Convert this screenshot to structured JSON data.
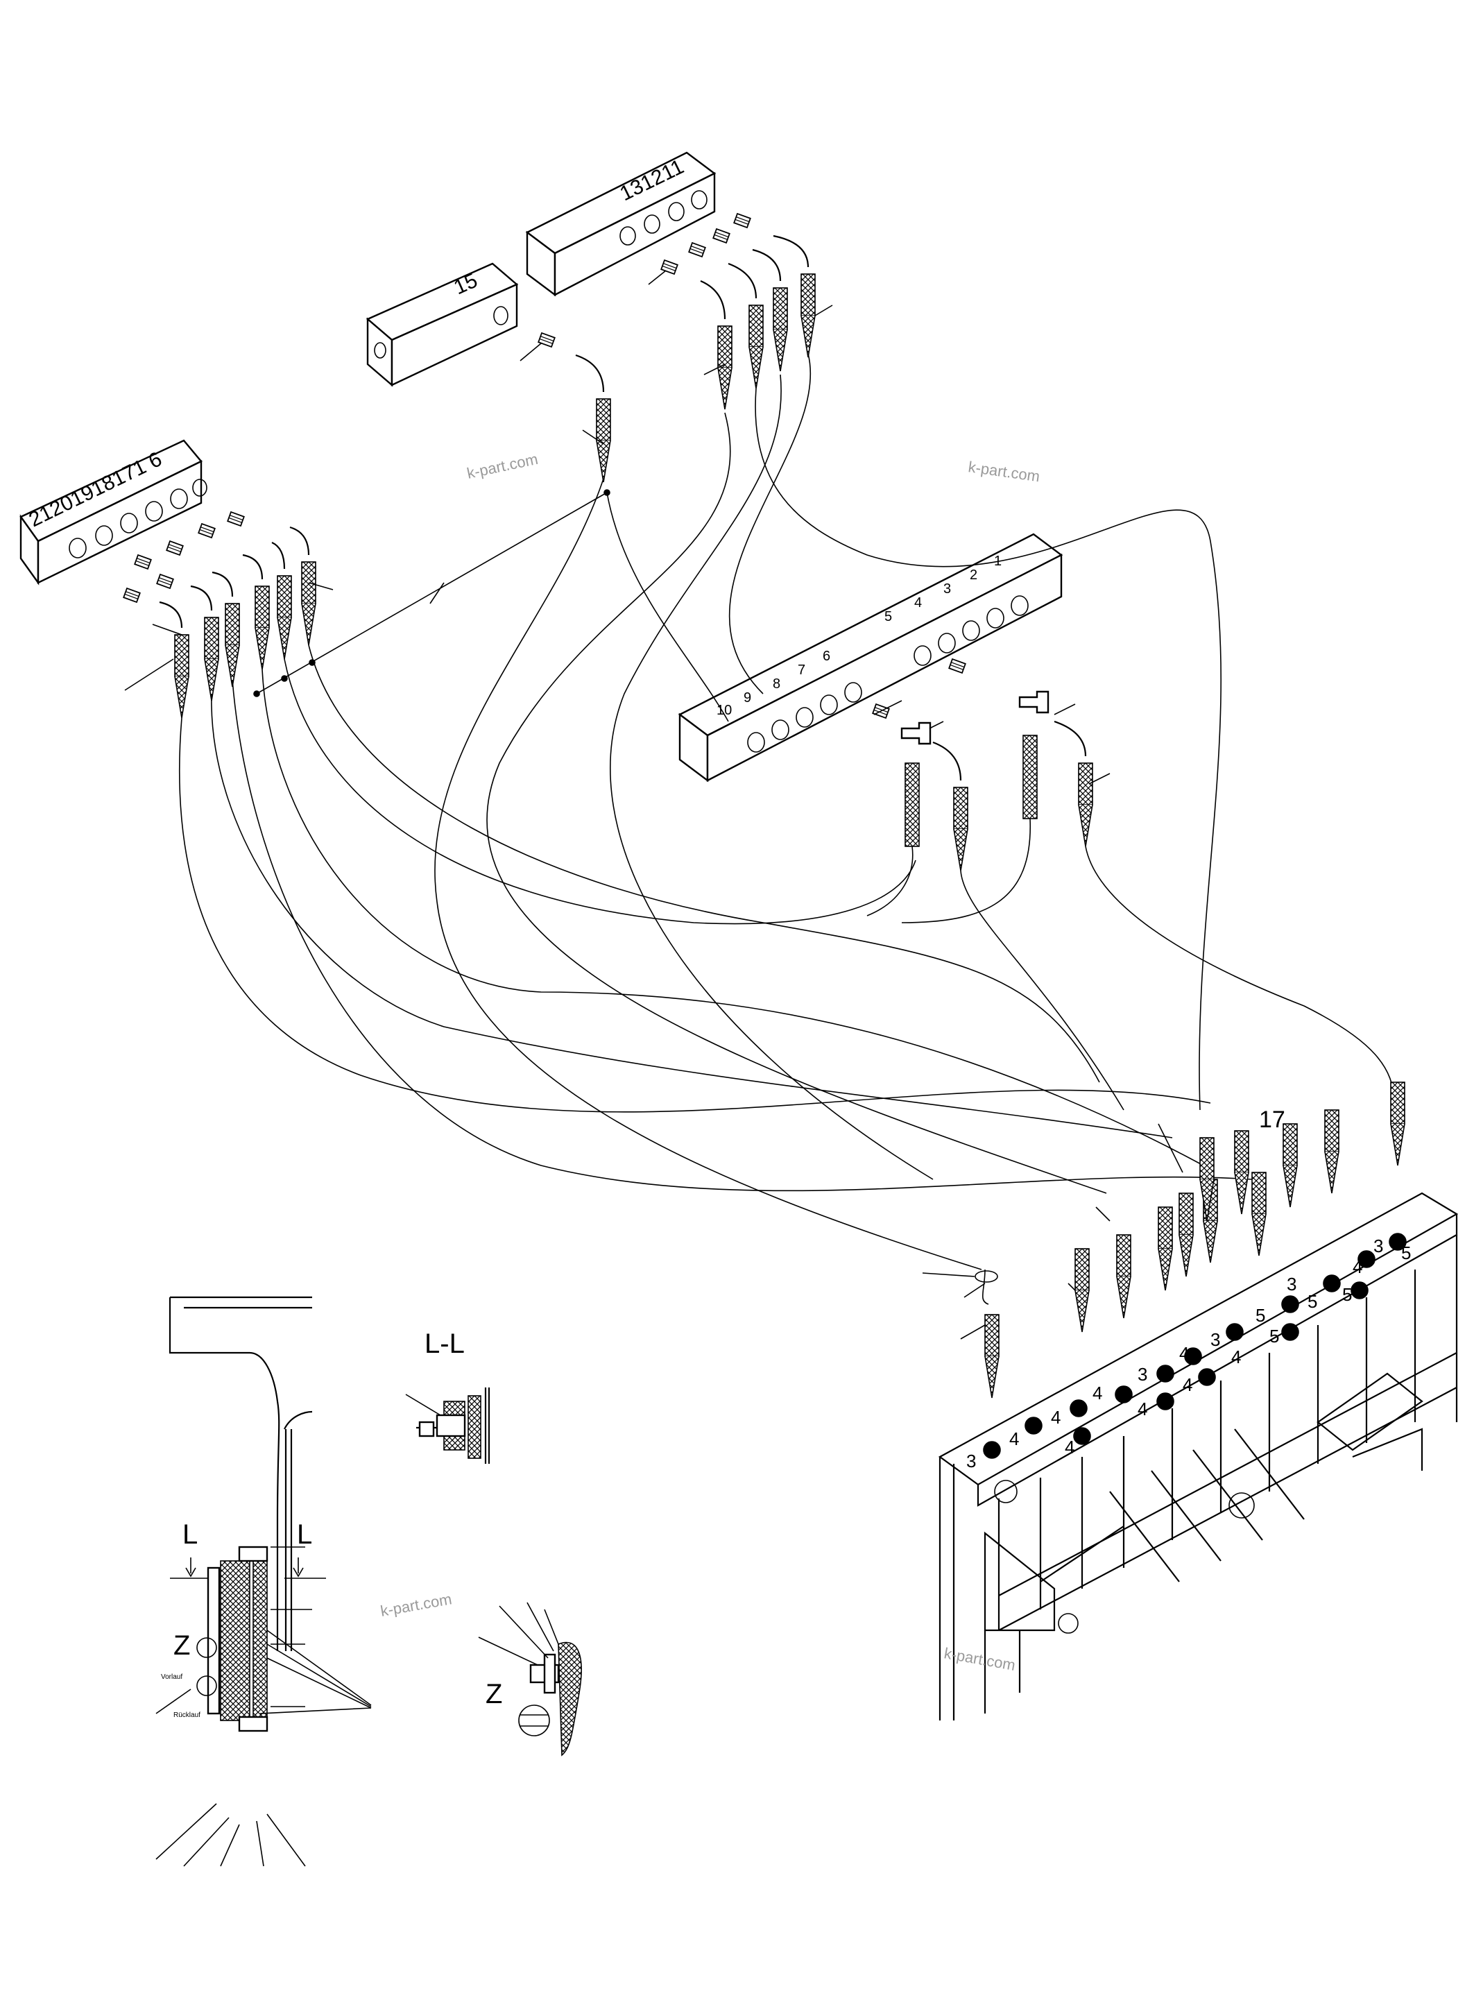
{
  "blocks": {
    "left_block_numbers": "21201918171 6",
    "top_block_number": "15",
    "right_top_block_numbers": "131211",
    "center_block": {
      "top_row": [
        "5",
        "4",
        "3",
        "2",
        "1"
      ],
      "bottom_row": [
        "10",
        "9",
        "8",
        "7",
        "6"
      ]
    }
  },
  "callouts": {
    "group_17": "17",
    "valve_numbers": [
      "3",
      "4",
      "4",
      "4",
      "4",
      "4",
      "3",
      "4",
      "4",
      "3",
      "4",
      "5",
      "5",
      "3",
      "5",
      "5",
      "3",
      "4",
      "5"
    ]
  },
  "details": {
    "section_label": "L-L",
    "cut_label_left": "L",
    "cut_label_right": "L",
    "detail_label": "Z",
    "detail_z_label": "Z",
    "small_label_1": "Vorlauf",
    "small_label_2": "Rücklauf"
  },
  "watermarks": [
    "k-part.com",
    "k-part.com",
    "k-part.com",
    "k-part.com"
  ]
}
